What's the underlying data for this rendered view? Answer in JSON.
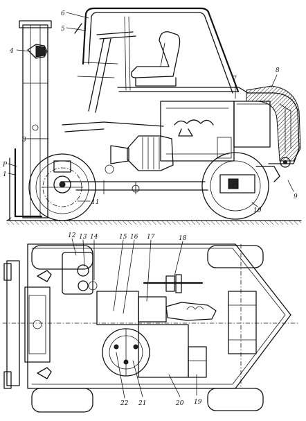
{
  "callouts": {
    "side": [
      "6",
      "5",
      "4",
      "7",
      "8",
      "3",
      "P",
      "1",
      "11",
      "10",
      "9"
    ],
    "plan": [
      "12",
      "13",
      "14",
      "15",
      "16",
      "17",
      "18",
      "22",
      "21",
      "20",
      "19"
    ]
  },
  "colors": {
    "ink": "#111111",
    "paper": "#ffffff"
  }
}
